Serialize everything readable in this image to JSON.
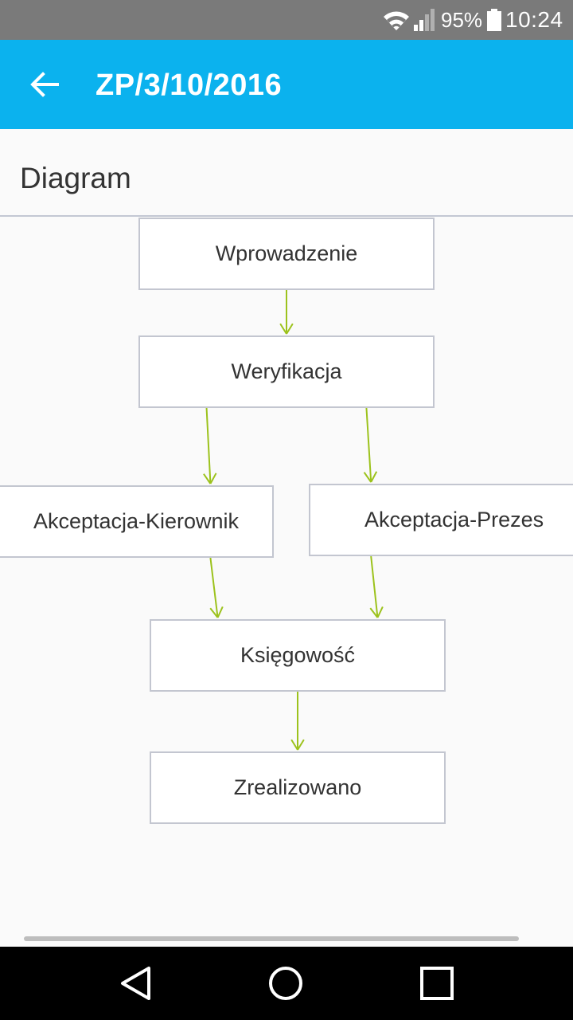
{
  "status_bar": {
    "battery_percent": "95%",
    "time": "10:24",
    "icons": [
      "wifi-icon",
      "signal-icon",
      "battery-icon"
    ]
  },
  "app_bar": {
    "title": "ZP/3/10/2016",
    "back_icon": "arrow-left-icon",
    "background_color": "#0bb2ee"
  },
  "section": {
    "title": "Diagram"
  },
  "diagram": {
    "nodes": [
      {
        "id": "wprowadzenie",
        "label": "Wprowadzenie"
      },
      {
        "id": "weryfikacja",
        "label": "Weryfikacja"
      },
      {
        "id": "akceptacja-kierownik",
        "label": "Akceptacja-Kierownik"
      },
      {
        "id": "akceptacja-prezes",
        "label": "Akceptacja-Prezes"
      },
      {
        "id": "ksiegowosc",
        "label": "Księgowość"
      },
      {
        "id": "zrealizowano",
        "label": "Zrealizowano"
      }
    ],
    "edges": [
      [
        "wprowadzenie",
        "weryfikacja"
      ],
      [
        "weryfikacja",
        "akceptacja-kierownik"
      ],
      [
        "weryfikacja",
        "akceptacja-prezes"
      ],
      [
        "akceptacja-kierownik",
        "ksiegowosc"
      ],
      [
        "akceptacja-prezes",
        "ksiegowosc"
      ],
      [
        "ksiegowosc",
        "zrealizowano"
      ]
    ],
    "arrow_color": "#9cc21c"
  },
  "nav_bar": {
    "icons": [
      "back-triangle-icon",
      "home-circle-icon",
      "recents-square-icon"
    ]
  }
}
